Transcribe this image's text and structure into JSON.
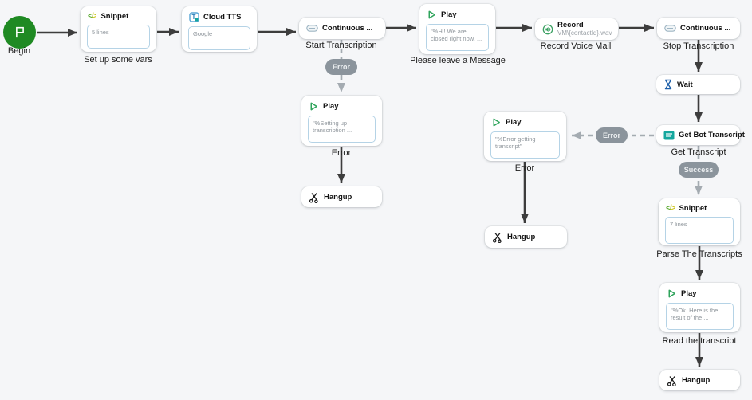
{
  "flow": {
    "begin": {
      "label": "Begin"
    },
    "snippet_vars": {
      "title": "Snippet",
      "value": "5 lines",
      "caption": "Set up some vars"
    },
    "cloud_tts": {
      "title": "Cloud TTS",
      "value": "Google"
    },
    "continuous_start": {
      "title": "Continuous ...",
      "caption": "Start Transcription"
    },
    "play_greeting": {
      "title": "Play",
      "value": "\"%Hi! We are closed right now, ...",
      "caption": "Please leave a Message"
    },
    "record": {
      "title": "Record",
      "subtitle": "VM\\{contactId}.wav",
      "caption": "Record Voice Mail"
    },
    "continuous_stop": {
      "title": "Continuous ...",
      "caption": "Stop Transcription"
    },
    "wait": {
      "title": "Wait"
    },
    "get_bot_transcript": {
      "title": "Get Bot Transcript",
      "caption": "Get Transcript"
    },
    "snippet_parse": {
      "title": "Snippet",
      "value": "7 lines",
      "caption": "Parse The Transcripts"
    },
    "play_result": {
      "title": "Play",
      "value": "\"%Ok. Here is the result of the ...",
      "caption": "Read the transcript"
    },
    "hangup_main": {
      "title": "Hangup"
    },
    "play_setup_error": {
      "title": "Play",
      "value": "\"%Setting up transcription ...",
      "caption": "Error"
    },
    "hangup_setup_error": {
      "title": "Hangup"
    },
    "play_transcript_error": {
      "title": "Play",
      "value": "\"%Error getting transcript\"",
      "caption": "Error"
    },
    "hangup_transcript_error": {
      "title": "Hangup"
    }
  },
  "badges": {
    "error_start": "Error",
    "error_transcript": "Error",
    "success": "Success"
  },
  "icons": {
    "flag": "⚐",
    "code": "</>",
    "cloud_tts_letter": "T",
    "continuous": "⬭",
    "play": "▷",
    "record": "◉",
    "hourglass": "⧖",
    "transcript": "▤",
    "hangup": "✂"
  },
  "colors": {
    "background": "#f5f6f8",
    "begin_green": "#1f8a23",
    "play_green": "#2fa45c",
    "snippet_green": "#55a82a",
    "snippet_yellow": "#ccc416",
    "transcript_teal": "#14a79e",
    "tts_blue": "#2d7fb8",
    "hourglass_blue": "#1d5fa9",
    "arrow": "#3d3d3d",
    "dashed_gray": "#a4abb1",
    "badge_gray": "#8b949c",
    "input_border": "#b5d3e6"
  }
}
